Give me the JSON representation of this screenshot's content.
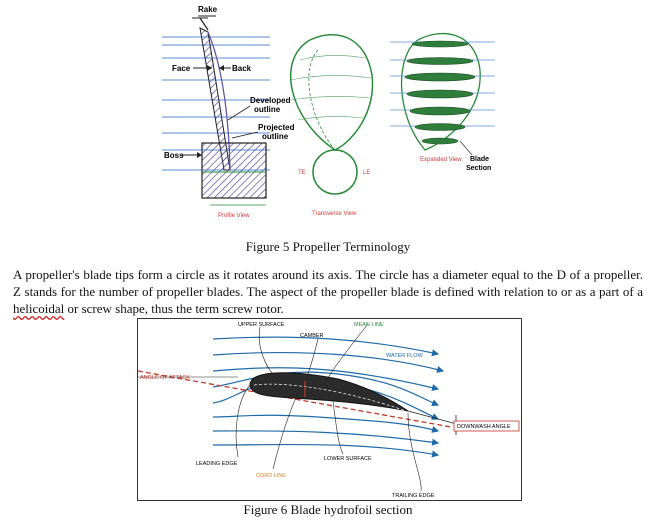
{
  "figure5": {
    "labels": {
      "rake": "Rake",
      "face": "Face",
      "back": "Back",
      "developed": [
        "Developed",
        "outline"
      ],
      "projected": [
        "Projected",
        "outline"
      ],
      "boss": "Boss",
      "te": "TE",
      "le": "LE",
      "profile_view": "Profile View",
      "transverse_view": "Transverse View",
      "expanded_view": "Expanded View",
      "blade_section": [
        "Blade",
        "Section"
      ]
    },
    "caption": "Figure 5 Propeller Terminology"
  },
  "paragraph": {
    "before": "A propeller's blade tips form a circle as it rotates around its axis. The circle has a diameter equal to the D of a propeller. Z stands for the number of propeller blades. The aspect of the propeller blade is defined with relation to or as a part of a ",
    "flagged_word": "helicoidal",
    "after": " or screw shape, thus the term screw rotor."
  },
  "figure6": {
    "labels": {
      "upper_surface": "UPPER SURFACE",
      "camber": "CAMBER",
      "mean_line": "MEAN LINE",
      "water_flow": "WATER FLOW",
      "angle_of_attack": "ANGLE OF ATTACK",
      "downwash_angle": "DOWNWASH ANGLE",
      "leading_edge": "LEADING EDGE",
      "lower_surface": "LOWER SURFACE",
      "cord_line": "CORD LINE",
      "trailing_edge": "TRAILING EDGE"
    },
    "caption": "Figure 6 Blade hydrofoil section",
    "colors": {
      "flow": "#1f6aa8",
      "foil": "#2b2b2b",
      "chord": "#c0392b",
      "accent": "#e67e22"
    }
  }
}
